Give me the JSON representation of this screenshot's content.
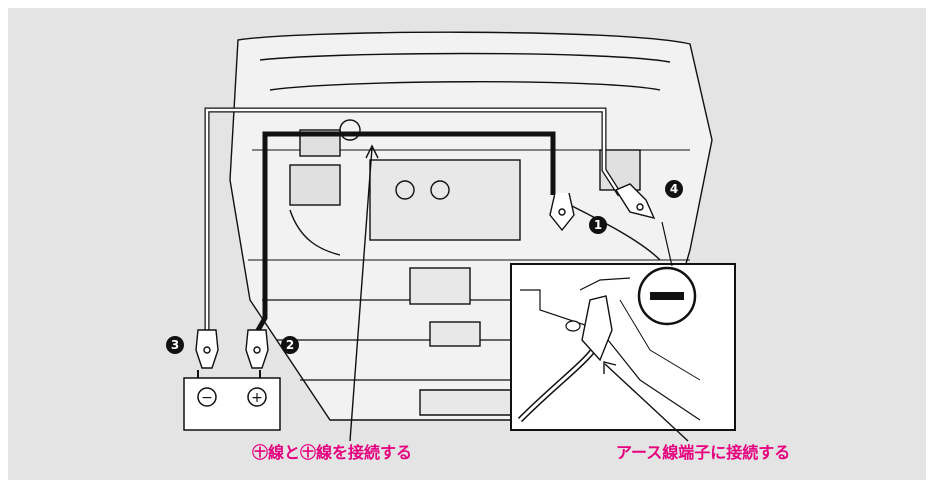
{
  "captions": {
    "connect_plus": "㊉線と㊉線を接続する",
    "connect_ground": "アース線端子に接続する"
  },
  "badges": {
    "one": "1",
    "two": "2",
    "three": "3",
    "four": "4"
  },
  "battery": {
    "minus_symbol": "−",
    "plus_symbol": "+"
  },
  "inset": {
    "negative_symbol": "−"
  },
  "colors": {
    "caption": "#e6007e",
    "background": "#e4e4e4",
    "line": "#111111",
    "cable_light": "#ffffff"
  }
}
